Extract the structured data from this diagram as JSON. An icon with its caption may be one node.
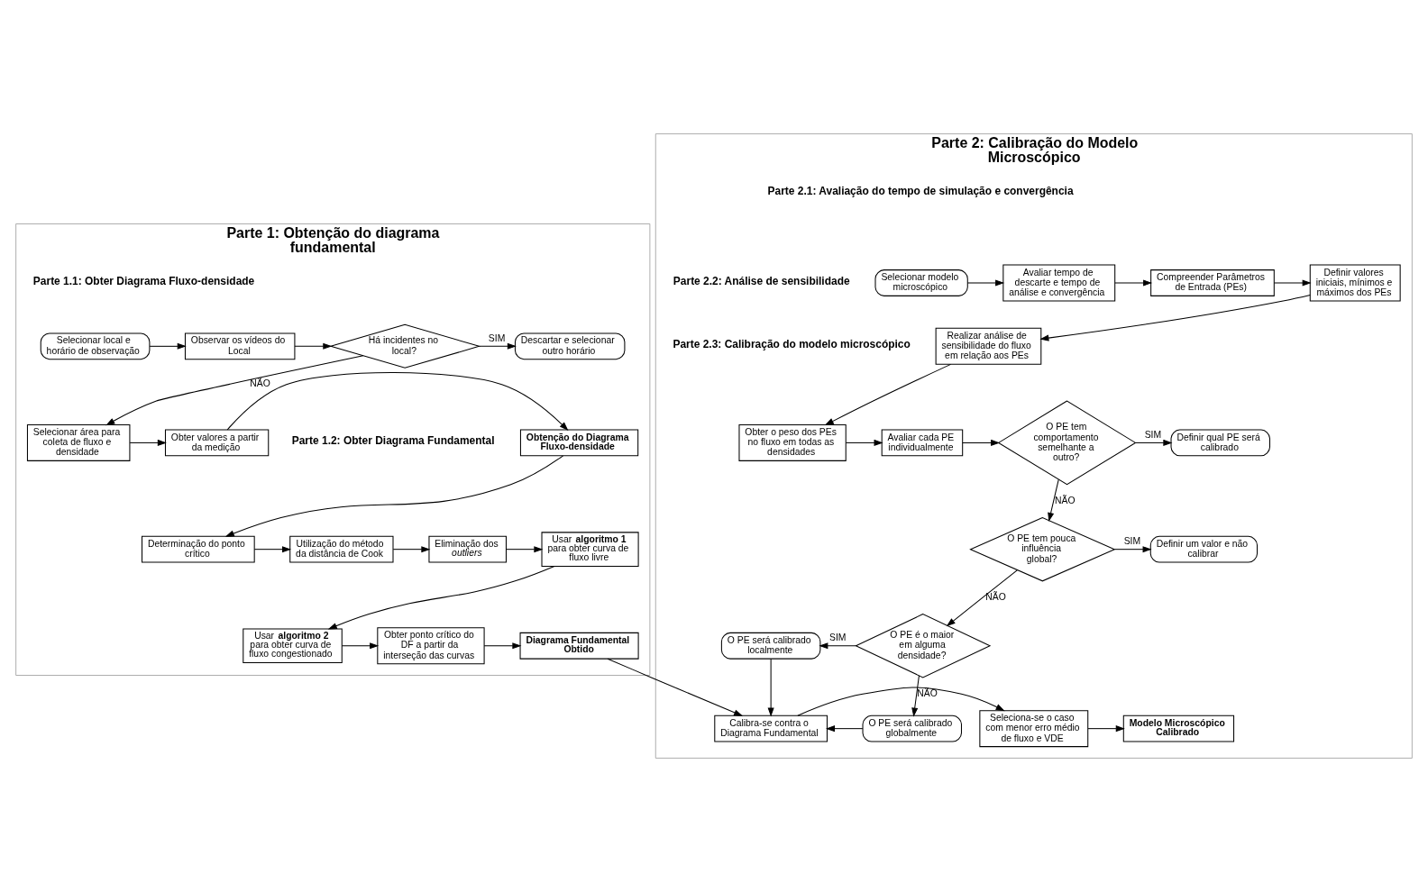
{
  "diagram": {
    "nodes": [
      {
        "text": [
          "Parte 1: Obtenção do diagrama fundamental"
        ]
      },
      {
        "text": [
          "Selecionar local e horário de observação"
        ],
        "in": 0
      },
      {
        "text": [
          "Observar os vídeos do Local"
        ],
        "in": 0
      },
      {
        "text": [
          "Há incidentes no local?"
        ],
        "in": 0
      },
      {
        "text": [
          "Descartar e selecionar outro horário"
        ],
        "in": 0
      },
      {
        "text": [
          "Selecionar área para coleta de fluxo e densidade"
        ],
        "in": 0
      },
      {
        "text": [
          "Obter valores a partir da medição"
        ],
        "in": 0
      },
      {
        "text": [
          "Obtenção do Diagrama Fluxo-densidade"
        ],
        "in": 0
      },
      {
        "text": [
          "Determinação do ponto crítico"
        ],
        "in": 0
      },
      {
        "text": [
          "Utilização do método da distância de Cook"
        ],
        "in": 0
      },
      {
        "text": [
          "Eliminação dos *outliers*"
        ],
        "in": 0
      },
      {
        "text": [
          "Usar **algoritmo 1** para obter curva de fluxo livre"
        ],
        "in": 0
      },
      {
        "text": [
          "Usar **algoritmo 2** para obter curva de fluxo congestionado"
        ],
        "in": 0
      },
      {
        "text": [
          "Obter ponto crítico do DF a partir da interseção das curvas"
        ],
        "in": 0
      },
      {
        "text": [
          "Diagrama Fundamental Obtido"
        ],
        "in": 0
      },
      {
        "text": [
          "Parte 2: Calibração do Modelo Microscópico"
        ]
      },
      {
        "text": [
          "Selecionar modelo microscópico"
        ],
        "in": 15
      },
      {
        "text": [
          "Avaliar tempo de descarte e tempo de análise e convergência"
        ],
        "in": 15
      },
      {
        "text": [
          "Compreender Parâmetros de Entrada (PEs)"
        ],
        "in": 15
      },
      {
        "text": [
          "Definir valores iniciais, mínimos e máximos dos PEs"
        ],
        "in": 15
      },
      {
        "text": [
          "Realizar análise de sensibilidade do fluxo em relação aos PEs"
        ],
        "in": 15
      },
      {
        "text": [
          "Obter o peso dos PEs no fluxo em todas as densidades"
        ],
        "in": 15
      },
      {
        "text": [
          "Avaliar cada PE individualmente"
        ],
        "in": 15
      },
      {
        "text": [
          "O PE tem comportamento semelhante a outro?"
        ],
        "in": 15
      },
      {
        "text": [
          "Definir qual PE será calibrado"
        ],
        "in": 15
      },
      {
        "text": [
          "O PE tem pouca influência global?"
        ],
        "in": 15
      },
      {
        "text": [
          "Definir um valor e não calibrar"
        ],
        "in": 15
      },
      {
        "text": [
          "O PE é o maior em alguma densidade?"
        ],
        "in": 15
      },
      {
        "text": [
          "O PE será calibrado localmente"
        ],
        "in": 15
      },
      {
        "text": [
          "O PE será calibrado globalmente"
        ],
        "in": 15
      },
      {
        "text": [
          "Calibra-se contra o Diagrama Fundamental"
        ],
        "in": 15
      },
      {
        "text": [
          "Seleciona-se o caso com menor erro médio de fluxo e VDE"
        ],
        "in": 15
      },
      {
        "text": [
          "Modelo Microscópico Calibrado"
        ],
        "in": 15
      }
    ],
    "edges": [
      {
        "from": 1,
        "to": 2,
        "arrow": "to"
      },
      {
        "from": 2,
        "to": 3,
        "arrow": "to"
      },
      {
        "from": 3,
        "to": 4,
        "arrow": "to",
        "label": "SIM"
      },
      {
        "from": 3,
        "to": 5,
        "arrow": "to",
        "label": "NÃO"
      },
      {
        "from": 5,
        "to": 6,
        "arrow": "to"
      },
      {
        "from": 6,
        "to": 7,
        "arrow": "to"
      },
      {
        "from": 7,
        "to": 8,
        "arrow": "to"
      },
      {
        "from": 8,
        "to": 9,
        "arrow": "to"
      },
      {
        "from": 9,
        "to": 10,
        "arrow": "to"
      },
      {
        "from": 10,
        "to": 11,
        "arrow": "to"
      },
      {
        "from": 11,
        "to": 12,
        "arrow": "to"
      },
      {
        "from": 12,
        "to": 13,
        "arrow": "to"
      },
      {
        "from": 13,
        "to": 14,
        "arrow": "to"
      },
      {
        "from": 14,
        "to": 30,
        "arrow": "to"
      },
      {
        "from": 16,
        "to": 17,
        "arrow": "to"
      },
      {
        "from": 17,
        "to": 18,
        "arrow": "to"
      },
      {
        "from": 18,
        "to": 19,
        "arrow": "to"
      },
      {
        "from": 19,
        "to": 20,
        "arrow": "to"
      },
      {
        "from": 20,
        "to": 21,
        "arrow": "to"
      },
      {
        "from": 21,
        "to": 22,
        "arrow": "to"
      },
      {
        "from": 22,
        "to": 23,
        "arrow": "to"
      },
      {
        "from": 23,
        "to": 24,
        "arrow": "to",
        "label": "SIM"
      },
      {
        "from": 23,
        "to": 25,
        "arrow": "to",
        "label": "NÃO"
      },
      {
        "from": 25,
        "to": 26,
        "arrow": "to",
        "label": "SIM"
      },
      {
        "from": 25,
        "to": 27,
        "arrow": "to",
        "label": "NÃO"
      },
      {
        "from": 27,
        "to": 28,
        "arrow": "to",
        "label": "SIM"
      },
      {
        "from": 27,
        "to": 29,
        "arrow": "to",
        "label": "NÃO"
      },
      {
        "from": 28,
        "to": 30,
        "arrow": "to"
      },
      {
        "from": 29,
        "to": 30,
        "arrow": "to"
      },
      {
        "from": 30,
        "to": 31,
        "arrow": "to"
      },
      {
        "from": 31,
        "to": 32,
        "arrow": "to"
      }
    ],
    "labels": [
      "Parte 1.1: Obter Diagrama Fluxo-densidade",
      "Parte 1.2: Obter Diagrama Fundamental",
      "Parte 2.1: Avaliação do tempo de simulação e convergência",
      "Parte 2.2: Análise de sensibilidade",
      "Parte 2.3: Calibração do modelo microscópico"
    ]
  }
}
